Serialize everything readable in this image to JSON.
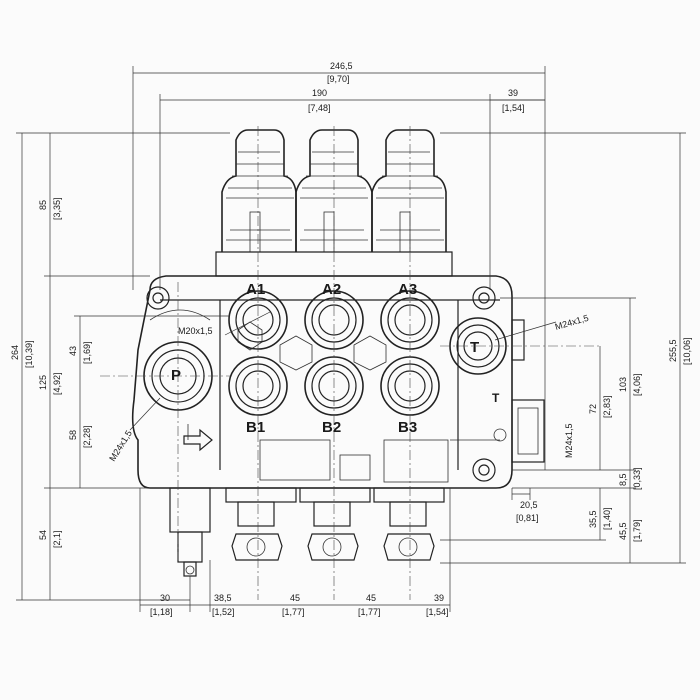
{
  "ports": {
    "a1": "A1",
    "a2": "A2",
    "a3": "A3",
    "b1": "B1",
    "b2": "B2",
    "b3": "B3",
    "p": "P",
    "t": "T",
    "t_side": "T"
  },
  "threads": {
    "m20": "M20x1,5",
    "m24_right": "M24x1,5",
    "m24_left": "M24x1,5",
    "m24_side": "M24x1,5"
  },
  "dimensions": {
    "overall_width": "246,5",
    "overall_width_in": "[9,70]",
    "inner_width": "190",
    "inner_width_in": "[7,48]",
    "right_offset": "39",
    "right_offset_in": "[1,54]",
    "left_height": "264",
    "left_height_in": "[10,39]",
    "lever_height": "85",
    "lever_height_in": "[3,35]",
    "body_height": "125",
    "body_height_in": "[4,92]",
    "upper_ports": "43",
    "upper_ports_in": "[1,69]",
    "lower_ports": "58",
    "lower_ports_in": "[2,28]",
    "bottom_height": "54",
    "bottom_height_in": "[2,1]",
    "right_height": "255,5",
    "right_height_in": "[10,06]",
    "right_body": "103",
    "right_body_in": "[4,06]",
    "right_72": "72",
    "right_72_in": "[2,83]",
    "right_8_5": "8,5",
    "right_8_5_in": "[0,33]",
    "right_35_5": "35,5",
    "right_35_5_in": "[1,40]",
    "right_45_5": "45,5",
    "right_45_5_in": "[1,79]",
    "side_20_5": "20,5",
    "side_20_5_in": "[0,81]",
    "b_30": "30",
    "b_30_in": "[1,18]",
    "b_38_5": "38,5",
    "b_38_5_in": "[1,52]",
    "b_45a": "45",
    "b_45a_in": "[1,77]",
    "b_45b": "45",
    "b_45b_in": "[1,77]",
    "b_39": "39",
    "b_39_in": "[1,54]"
  }
}
